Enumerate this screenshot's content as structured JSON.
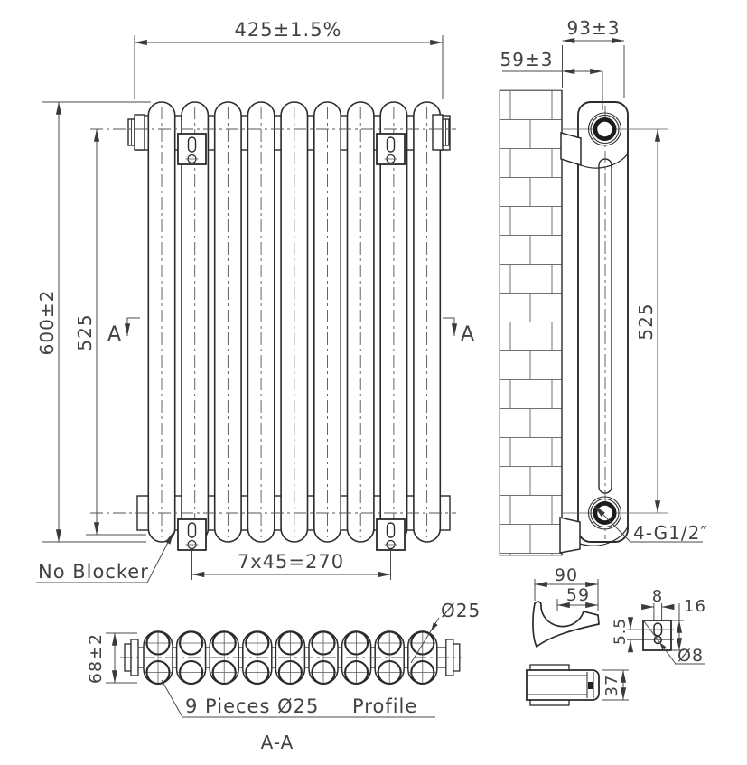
{
  "drawing_title": "A-A",
  "colors": {
    "background": "#ffffff",
    "line": "#2b2b2b",
    "text": "#424242"
  },
  "front_view": {
    "width_dim": "425±1.5%",
    "height_dim": "600±2",
    "center_spacing_dim": "525",
    "bracket_spacing_dim": "7x45=270",
    "no_blocker_label": "No Blocker",
    "section_marker_left": "A",
    "section_marker_right": "A"
  },
  "side_view": {
    "depth_dim": "93±3",
    "wall_to_center_dim": "59±3",
    "center_spacing_dim": "525",
    "connection_label": "4-G1/2″"
  },
  "section_view": {
    "label": "A-A",
    "height_dim": "68±2",
    "tube_diameter_label": "Ø25",
    "pieces_label": "9 Pieces Ø25",
    "profile_label": "Profile"
  },
  "bracket_details": {
    "hook_length_dim": "90",
    "hook_offset_dim": "59",
    "clip_width_dim": "37",
    "plate_slot_dim": "8",
    "plate_size_dim": "16",
    "plate_hole_offset_dim": "5.5",
    "plate_hole_dia_label": "Ø8"
  }
}
